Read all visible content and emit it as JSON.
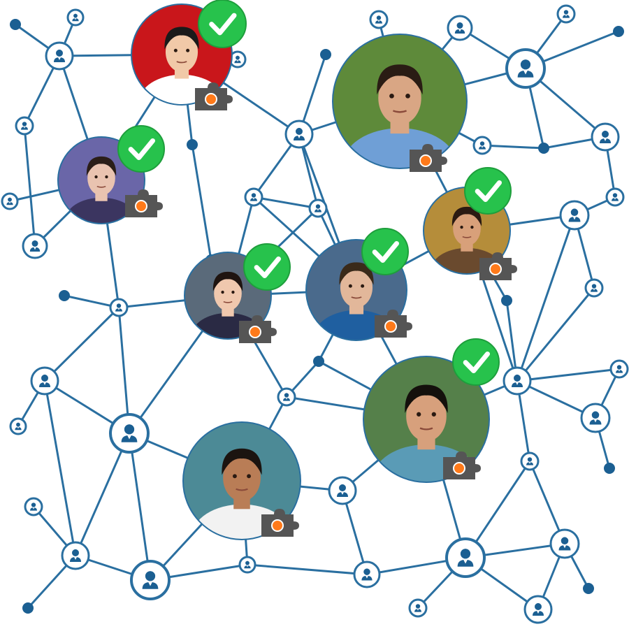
{
  "colors": {
    "edge": "#2a6fa0",
    "node_fill": "#1b5f92",
    "check": "#27c24c",
    "puzzle_piece": "#555555",
    "puzzle_dot": "#ff7a1a"
  },
  "icons": {
    "user_node": "user-node-icon",
    "verified": "checkmark-icon",
    "plugin": "puzzle-piece-icon"
  },
  "profiles": [
    {
      "id": "p1",
      "verified": true,
      "bg": "#c9161b",
      "skin": "#f1c9a8",
      "hair": "#1a1a1a",
      "shirt": "#ffffff"
    },
    {
      "id": "p2",
      "verified": true,
      "bg": "#6a66a8",
      "skin": "#e9c3b0",
      "hair": "#2b1e18",
      "shirt": "#3b3560"
    },
    {
      "id": "p3",
      "verified": false,
      "bg": "#5e8a3a",
      "skin": "#d9a684",
      "hair": "#2a1c14",
      "shirt": "#6f9fd6"
    },
    {
      "id": "p4",
      "verified": true,
      "bg": "#b58d3a",
      "skin": "#d8a07a",
      "hair": "#2a1a12",
      "shirt": "#6a4a2e"
    },
    {
      "id": "p5",
      "verified": true,
      "bg": "#5a6a7a",
      "skin": "#f0c8ae",
      "hair": "#1f1410",
      "shirt": "#2a2a44"
    },
    {
      "id": "p6",
      "verified": true,
      "bg": "#4a6a8c",
      "skin": "#e2b79a",
      "hair": "#3a2a1a",
      "shirt": "#1f5fa0"
    },
    {
      "id": "p7",
      "verified": true,
      "bg": "#55804a",
      "skin": "#d7a07c",
      "hair": "#14100c",
      "shirt": "#5a9bb6"
    },
    {
      "id": "p8",
      "verified": false,
      "bg": "#4c8a96",
      "skin": "#b97d56",
      "hair": "#1b1410",
      "shirt": "#f2f2f2"
    }
  ]
}
